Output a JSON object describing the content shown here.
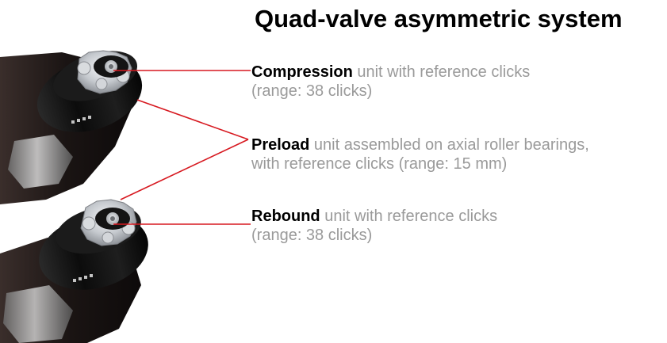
{
  "title": "Quad-valve asymmetric system",
  "callouts": [
    {
      "name": "Compression",
      "line1": " unit with reference clicks",
      "line2": "(range: 38 clicks)"
    },
    {
      "name": "Preload",
      "line1": " unit assembled on axial roller bearings,",
      "line2": "with reference clicks (range: 15 mm)"
    },
    {
      "name": "Rebound",
      "line1": " unit with reference clicks",
      "line2": "(range: 38 clicks)"
    }
  ],
  "colors": {
    "leader_line": "#d71920",
    "body_black": "#141414",
    "knob_silver": "#c9ccd0",
    "rod_gray": "#8a8a8a"
  }
}
